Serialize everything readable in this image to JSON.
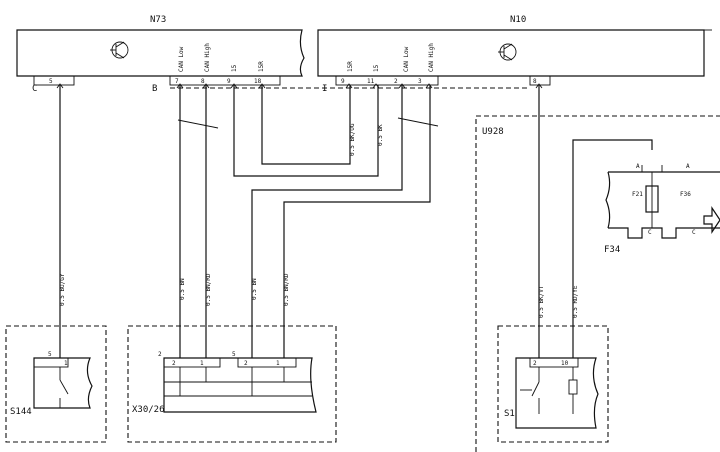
{
  "components": {
    "n73": {
      "id": "N73",
      "connector": "C",
      "connector_b": "B"
    },
    "n10": {
      "id": "N10",
      "connector": "I"
    },
    "u928": {
      "id": "U928"
    },
    "s144": {
      "id": "S144"
    },
    "x30": {
      "id": "X30/26"
    },
    "s1": {
      "id": "S1"
    },
    "f34": {
      "id": "F34"
    },
    "f21": {
      "id": "F21"
    },
    "f36": {
      "id": "F36"
    }
  },
  "pins": {
    "n73_c5": "5",
    "n73_b7": "7",
    "n73_b7_sig": "CAN Low",
    "n73_b8": "8",
    "n73_b8_sig": "CAN High",
    "n73_9": "9",
    "n73_9_sig": "15",
    "n73_18": "18",
    "n73_18_sig": "15R",
    "n10_9": "9",
    "n10_9_sig": "15R",
    "n10_11": "11",
    "n10_11_sig": "15",
    "n10_2": "2",
    "n10_2_sig": "CAN Low",
    "n10_3": "3",
    "n10_3_sig": "CAN High",
    "n10_8": "8",
    "s144_5": "5",
    "s144_pin": "1",
    "x30_g1": "2",
    "x30_g2": "5",
    "x30_p1": "2",
    "x30_p2": "1",
    "x30_p3": "2",
    "x30_p4": "1",
    "s1_p1": "2",
    "s1_p2": "10",
    "f34_a": "A",
    "f34_a2": "A",
    "f34_c": "C",
    "f34_c2": "C"
  },
  "wires": {
    "w1": "0.5 BU/GY",
    "w2": "0.5 BN",
    "w3": "0.5 BN/RD",
    "w4": "0.5 BN",
    "w5": "0.5 BN/RD",
    "w6": "0.5 BK/OG",
    "w7": "0.5 BK",
    "w8": "0.5 BK/VT",
    "w9": "0.5 RD/YE"
  }
}
